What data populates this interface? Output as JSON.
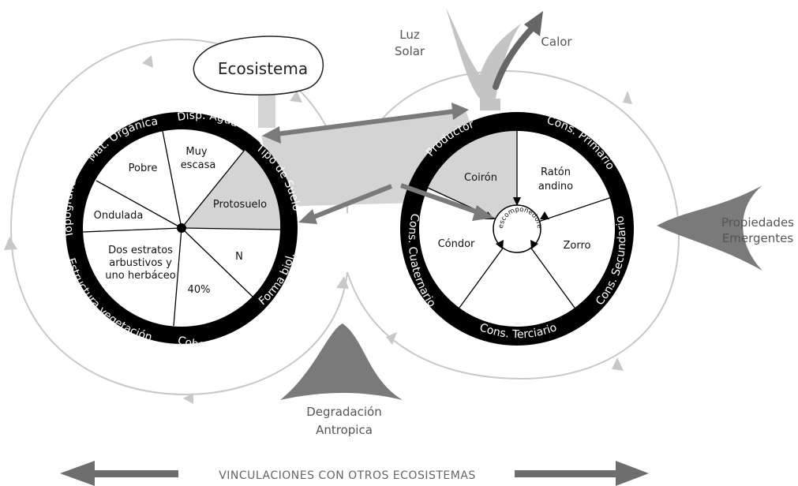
{
  "ecosystem_label": "Ecosistema",
  "light": {
    "line1": "Luz",
    "line2": "Solar"
  },
  "heat": "Calor",
  "emergent": {
    "line1": "Propiedades",
    "line2": "Emergentes"
  },
  "degradation": {
    "line1": "Degradación",
    "line2": "Antropica"
  },
  "linkages": "VINCULACIONES CON OTROS ECOSISTEMAS",
  "left_wheel": {
    "ring_labels": {
      "water": "Disp. Agua",
      "soil_type": "Tipo de Suelo",
      "life_form": "Forma biol.",
      "cover": "Cobertura veg.",
      "structure": "Estructura vegetación",
      "topography": "Topografía",
      "organic": "Mat. Orgánica"
    },
    "segments": {
      "organic": "Pobre",
      "water_1": "Muy",
      "water_2": "escasa",
      "soil_type": "Protosuelo",
      "topography": "Ondulada",
      "structure_1": "Dos estratos",
      "structure_2": "arbustivos y",
      "structure_3": "uno herbáceo",
      "cover": "40%",
      "life_form": "N"
    }
  },
  "right_wheel": {
    "ring_labels": {
      "producer": "Productor",
      "primary": "Cons. Primario",
      "secondary": "Cons. Secundario",
      "tertiary": "Cons. Terciario",
      "quaternary": "Cons. Cuaternario"
    },
    "segments": {
      "producer": "Coirón",
      "primary_1": "Ratón",
      "primary_2": "andino",
      "secondary": "Zorro",
      "quaternary": "Cóndor"
    },
    "center": "Descomponedores"
  },
  "colors": {
    "ring": "#000000",
    "shade": "#d4d4d4",
    "arrow_dark": "#7a7a7a",
    "arrow_light": "#c0c0c0",
    "cycle": "#c8c8c8",
    "text_grey": "#555555"
  }
}
